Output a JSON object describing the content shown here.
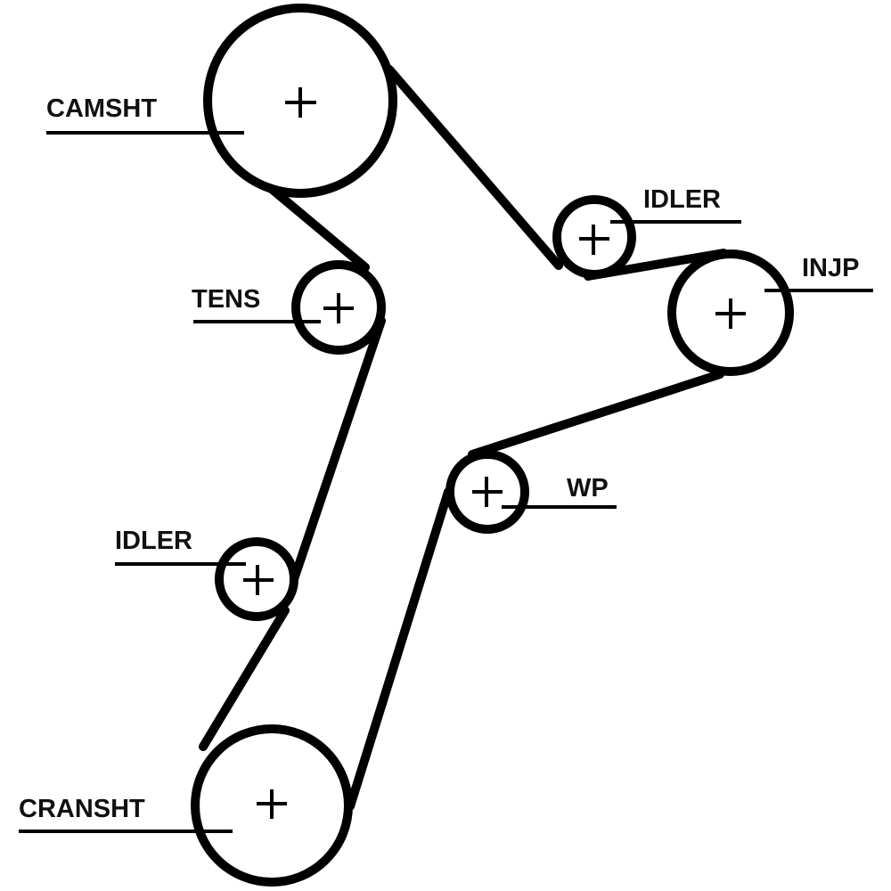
{
  "diagram": {
    "type": "timing-belt-routing",
    "pulleys": [
      {
        "id": "camsht",
        "label": "CAMSHT"
      },
      {
        "id": "tens",
        "label": "TENS"
      },
      {
        "id": "idler_upper",
        "label": "IDLER"
      },
      {
        "id": "injp",
        "label": "INJP"
      },
      {
        "id": "wp",
        "label": "WP"
      },
      {
        "id": "idler_lower",
        "label": "IDLER"
      },
      {
        "id": "cransht",
        "label": "CRANSHT"
      }
    ],
    "colors": {
      "line": "#000000",
      "background": "#ffffff"
    }
  }
}
